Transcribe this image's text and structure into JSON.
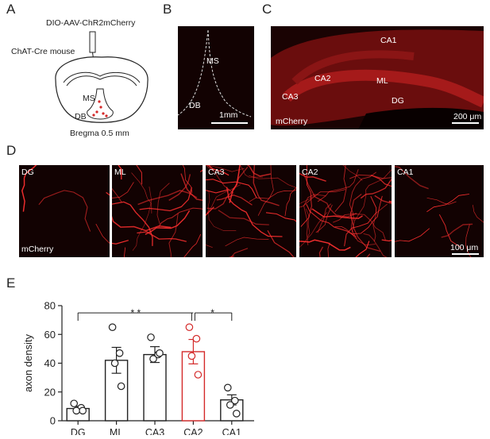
{
  "panel_a": {
    "letter": "A",
    "virus": "DIO-AAV-ChR2mCherry",
    "mouse": "ChAT-Cre mouse",
    "ms": "MS",
    "db": "DB",
    "bregma": "Bregma 0.5 mm"
  },
  "panel_b": {
    "letter": "B",
    "ms": "MS",
    "db": "DB",
    "scale": "1mm"
  },
  "panel_c": {
    "letter": "C",
    "ca1": "CA1",
    "ca2": "CA2",
    "ca3": "CA3",
    "ml": "ML",
    "dg": "DG",
    "stain": "mCherry",
    "scale": "200 μm"
  },
  "panel_d": {
    "letter": "D",
    "tiles": [
      "DG",
      "ML",
      "CA3",
      "CA2",
      "CA1"
    ],
    "stain": "mCherry",
    "scale": "100 μm"
  },
  "panel_e": {
    "letter": "E",
    "sig_left": "* *",
    "sig_right": "*"
  },
  "colors": {
    "red": "#d42a2a",
    "black": "#222222",
    "micro_bg": "#120202",
    "fiber": "#ff3030"
  },
  "chart_data": {
    "type": "bar",
    "categories": [
      "DG",
      "ML",
      "CA3",
      "CA2",
      "CA1"
    ],
    "values": [
      8.5,
      42,
      46,
      48,
      14.5
    ],
    "errors": [
      1.5,
      9,
      5.5,
      8.5,
      3.5
    ],
    "points": [
      [
        12,
        9,
        7,
        7
      ],
      [
        65,
        47,
        40,
        24
      ],
      [
        58,
        46,
        43,
        47
      ],
      [
        65,
        57,
        45,
        32
      ],
      [
        23,
        14,
        11,
        5
      ]
    ],
    "bar_colors": [
      "#222222",
      "#222222",
      "#222222",
      "#d42a2a",
      "#222222"
    ],
    "ylabel": "axon density",
    "xlabel": "",
    "ylim": [
      0,
      80
    ],
    "yticks": [
      0,
      20,
      40,
      60,
      80
    ],
    "grid": false
  }
}
